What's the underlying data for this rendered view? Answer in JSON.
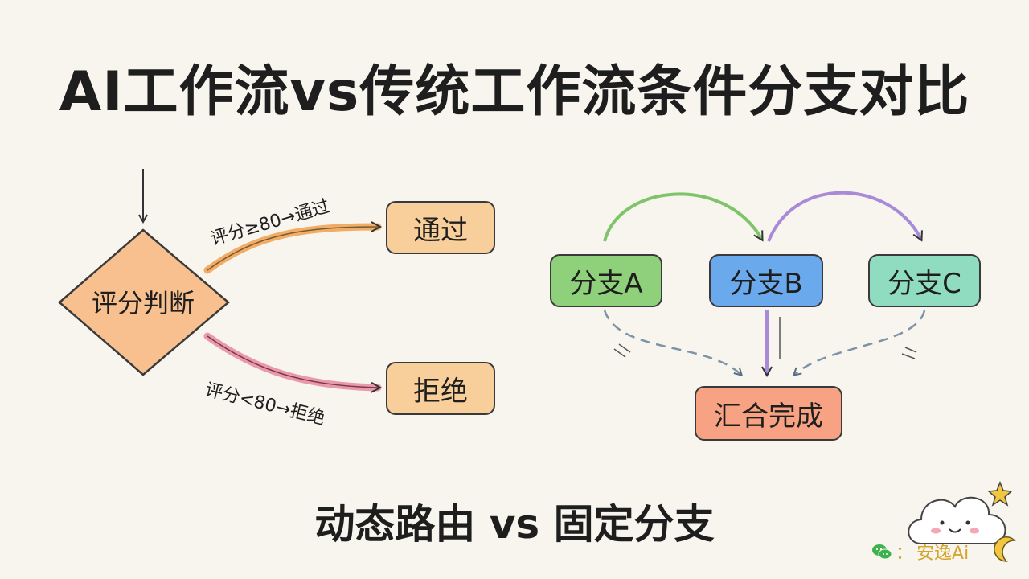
{
  "title": "AI工作流vs传统工作流条件分支对比",
  "subtitle": "动态路由 vs 固定分支",
  "left": {
    "decision": "评分判断",
    "pass_node": "通过",
    "reject_node": "拒绝",
    "pass_edge_label": "评分≥80→通过",
    "reject_edge_label": "评分<80→拒绝"
  },
  "right": {
    "branch_a": "分支A",
    "branch_b": "分支B",
    "branch_c": "分支C",
    "merge_node": "汇合完成"
  },
  "brand": {
    "separator": "：",
    "name": "安逸Ai"
  },
  "colors": {
    "decision": "#f7c08e",
    "pass": "#f8cf9a",
    "reject": "#f8cf9a",
    "branch_a": "#8fd07a",
    "branch_b": "#6aa9ec",
    "branch_c": "#8fdcc0",
    "merge": "#f6a283",
    "arrow_orange": "#f0a050",
    "arrow_pink": "#e8889e",
    "arrow_green": "#7fc46a",
    "arrow_purple": "#a88ad8",
    "arrow_dashed": "#7d93a8"
  }
}
